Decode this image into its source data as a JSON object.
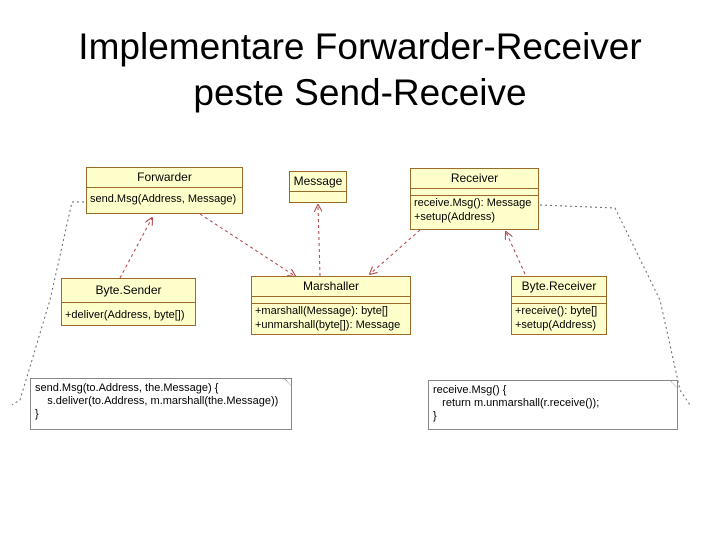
{
  "title": {
    "line1": "Implementare Forwarder-Receiver",
    "line2": "peste Send-Receive"
  },
  "classes": {
    "forwarder": {
      "name": "Forwarder",
      "ops": [
        "send.Msg(Address, Message)"
      ]
    },
    "message": {
      "name": "Message"
    },
    "receiver": {
      "name": "Receiver",
      "ops": [
        "receive.Msg(): Message",
        "+setup(Address)"
      ]
    },
    "byte_sender": {
      "name": "Byte.Sender",
      "ops": [
        "+deliver(Address, byte[])"
      ]
    },
    "marshaller": {
      "name": "Marshaller",
      "ops": [
        "+marshall(Message): byte[]",
        "+unmarshall(byte[]): Message"
      ]
    },
    "byte_receiver": {
      "name": "Byte.Receiver",
      "ops": [
        "+receive(): byte[]",
        "+setup(Address)"
      ]
    }
  },
  "notes": {
    "send": [
      "send.Msg(to.Address, the.Message) {",
      "    s.deliver(to.Address, m.marshall(the.Message))",
      "}"
    ],
    "receive": [
      "receive.Msg() {",
      "   return m.unmarshall(r.receive());",
      "}"
    ]
  },
  "colors": {
    "class_fill": "#ffffcc",
    "class_border": "#9a6a2a",
    "link": "#b04040",
    "note_link": "#666666"
  }
}
